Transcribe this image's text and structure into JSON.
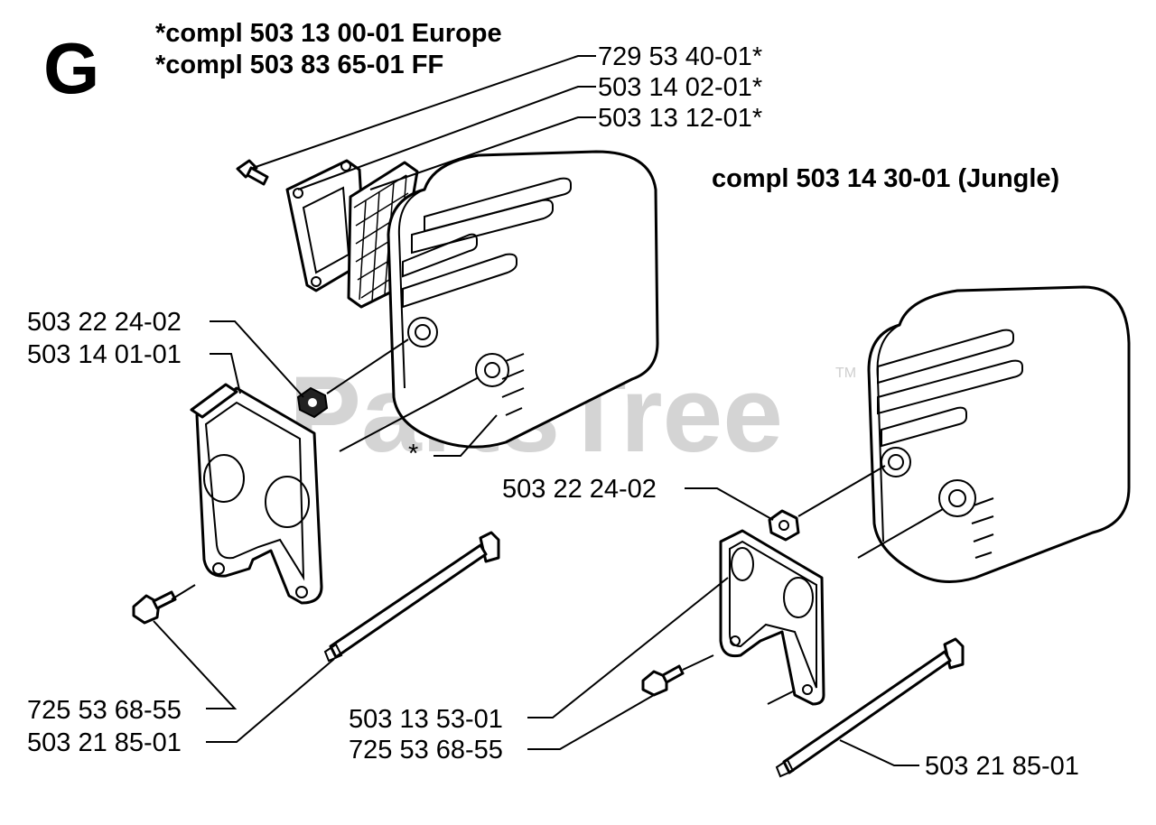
{
  "section_letter": "G",
  "header": {
    "line1": "*compl 503 13 00-01 Europe",
    "line2": "*compl 503 83 65-01 FF"
  },
  "jungle_label": "compl 503 14 30-01 (Jungle)",
  "watermark": "PartsTree",
  "watermark_tm": "TM",
  "labels": {
    "top_1": "729 53 40-01*",
    "top_2": "503 14 02-01*",
    "top_3": "503 13 12-01*",
    "left_nut": "503 22 24-02",
    "left_gasket": "503 14 01-01",
    "asterisk": "*",
    "left_screw": "725 53 68-55",
    "left_bolt": "503 21 85-01",
    "right_nut": "503 22 24-02",
    "right_plate": "503 13 53-01",
    "right_screw": "725 53 68-55",
    "right_bolt": "503 21 85-01"
  }
}
